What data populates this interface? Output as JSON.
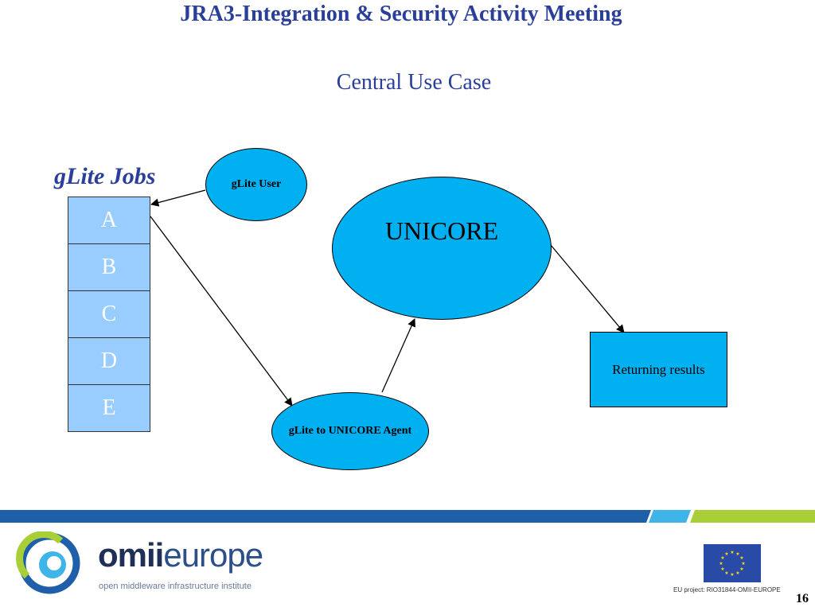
{
  "header": {
    "title": "JRA3-Integration & Security Activity Meeting",
    "subtitle": "Central Use Case"
  },
  "diagram": {
    "jobs_label": "gLite Jobs",
    "jobs": [
      "A",
      "B",
      "C",
      "D",
      "E"
    ],
    "nodes": {
      "glite_user": "gLite User",
      "unicore": "UNICORE",
      "agent": "gLite to UNICORE Agent",
      "results": "Returning results"
    },
    "edges": [
      {
        "from": "gLite User",
        "to": "gLite Jobs"
      },
      {
        "from": "gLite Jobs",
        "to": "gLite to UNICORE Agent"
      },
      {
        "from": "gLite to UNICORE Agent",
        "to": "UNICORE"
      },
      {
        "from": "UNICORE",
        "to": "Returning results"
      }
    ],
    "colors": {
      "node_fill": "#00b0f0",
      "job_fill": "#99ccff",
      "title_color": "#2a3f9a"
    }
  },
  "footer": {
    "logo_strong": "omii",
    "logo_rest": "europe",
    "logo_tagline": "open middleware infrastructure institute",
    "eu_project": "EU project: RIO31844-OMII-EUROPE",
    "page_number": "16"
  }
}
